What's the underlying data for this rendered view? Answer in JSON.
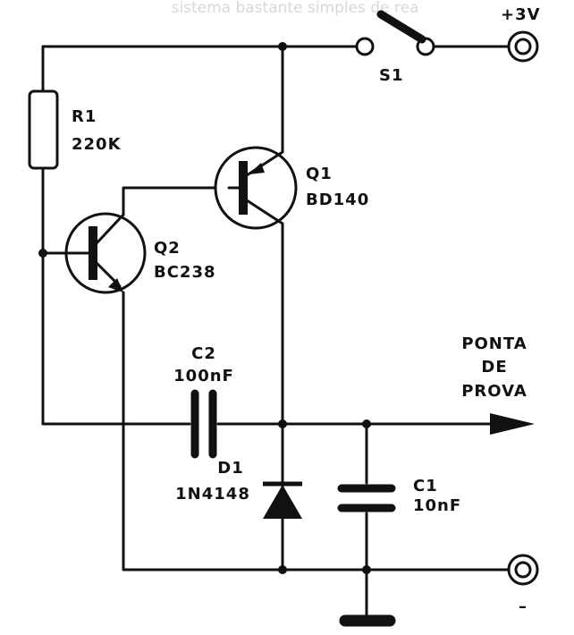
{
  "background_text": "sistema bastante simples de rea",
  "supply": {
    "label": "+3V"
  },
  "switch": {
    "label": "S1"
  },
  "r1": {
    "name": "R1",
    "value": "220K"
  },
  "q1": {
    "name": "Q1",
    "part": "BD140"
  },
  "q2": {
    "name": "Q2",
    "part": "BC238"
  },
  "c2": {
    "name": "C2",
    "value": "100nF"
  },
  "d1": {
    "name": "D1",
    "part": "1N4148"
  },
  "c1": {
    "name": "C1",
    "value": "10nF"
  },
  "probe": {
    "line1": "PONTA",
    "line2": "DE",
    "line3": "PROVA"
  },
  "ground": {
    "label": "–"
  }
}
